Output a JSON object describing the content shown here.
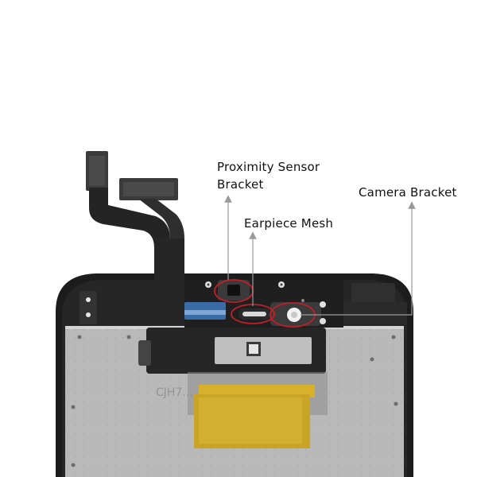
{
  "callouts": {
    "proximity_sensor_bracket": "Proximity Sensor Bracket",
    "earpiece_mesh": "Earpiece Mesh",
    "camera_bracket": "Camera Bracket"
  },
  "printed_marks": {
    "board_text": "CJH7..."
  },
  "colors": {
    "frame": "#1c1c1c",
    "backplate": "#b9b9b9",
    "flex_cable": "#2a2a2a",
    "kapton_tape": "#d8b12a",
    "highlight_circle": "#c0202a",
    "leader_line": "#9a9a9a"
  }
}
